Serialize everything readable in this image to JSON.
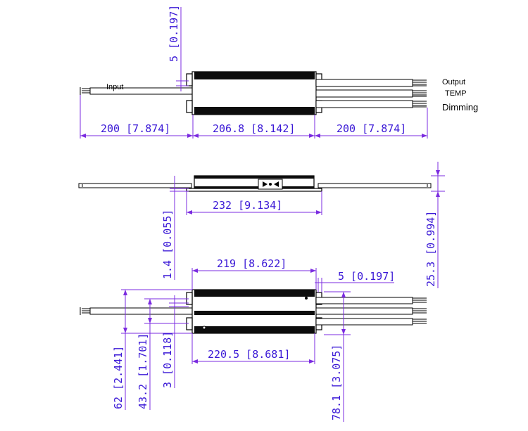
{
  "top_view": {
    "input_label": "Input",
    "output_label": "Output",
    "temp_label": "TEMP",
    "dimming_label": "Dimming",
    "dim_left_wire": "200 [7.874]",
    "dim_body": "206.8 [8.142]",
    "dim_right_wire": "200 [7.874]",
    "dim_tab": "5 [0.197]"
  },
  "side_view": {
    "dim_length": "232 [9.134]",
    "dim_flange": "1.4 [0.055]",
    "dim_height": "25.3 [0.994]"
  },
  "bottom_view": {
    "dim_mount_pitch": "219 [8.622]",
    "dim_slot": "5 [0.197]",
    "dim_body_length": "220.5 [8.681]",
    "dim_width": "62 [2.441]",
    "dim_slot_spacing": "43.2 [1.701]",
    "dim_hole": "3 [0.118]",
    "dim_wire_span": "78.1 [3.075]"
  }
}
